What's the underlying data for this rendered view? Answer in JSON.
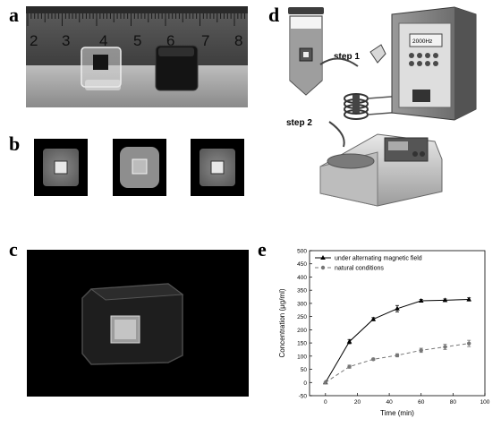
{
  "panels": {
    "a": {
      "letter": "a",
      "ruler_numbers": [
        "2",
        "3",
        "4",
        "5",
        "6",
        "7",
        "8"
      ]
    },
    "b": {
      "letter": "b"
    },
    "c": {
      "letter": "c"
    },
    "d": {
      "letter": "d",
      "step1_label": "step 1",
      "step2_label": "step 2",
      "display_text": "2000Hz",
      "colors": {
        "device_dark": "#6b6b6b",
        "device_light": "#d6d6d6"
      }
    },
    "e": {
      "letter": "e"
    }
  },
  "chart_data": {
    "type": "line",
    "title": "",
    "xlabel": "Time (min)",
    "ylabel": "Concentration (μg/ml)",
    "xlim": [
      -10,
      100
    ],
    "ylim": [
      -50,
      500
    ],
    "xticks": [
      0,
      20,
      40,
      60,
      80,
      100
    ],
    "yticks": [
      -50,
      0,
      50,
      100,
      150,
      200,
      250,
      300,
      350,
      400,
      450,
      500
    ],
    "legend_position": "top-left",
    "grid": false,
    "series": [
      {
        "name": "under alternating magnetic field",
        "style": "solid",
        "marker": "triangle",
        "color": "#000000",
        "x": [
          0,
          15,
          30,
          45,
          60,
          75,
          90
        ],
        "y": [
          0,
          155,
          240,
          280,
          310,
          312,
          315
        ],
        "err": [
          0,
          8,
          6,
          12,
          5,
          5,
          6
        ]
      },
      {
        "name": "natural conditions",
        "style": "dashed",
        "marker": "circle",
        "color": "#777777",
        "x": [
          0,
          15,
          30,
          45,
          60,
          75,
          90
        ],
        "y": [
          0,
          60,
          88,
          103,
          122,
          135,
          148
        ],
        "err": [
          0,
          6,
          4,
          6,
          8,
          10,
          12
        ]
      }
    ]
  }
}
